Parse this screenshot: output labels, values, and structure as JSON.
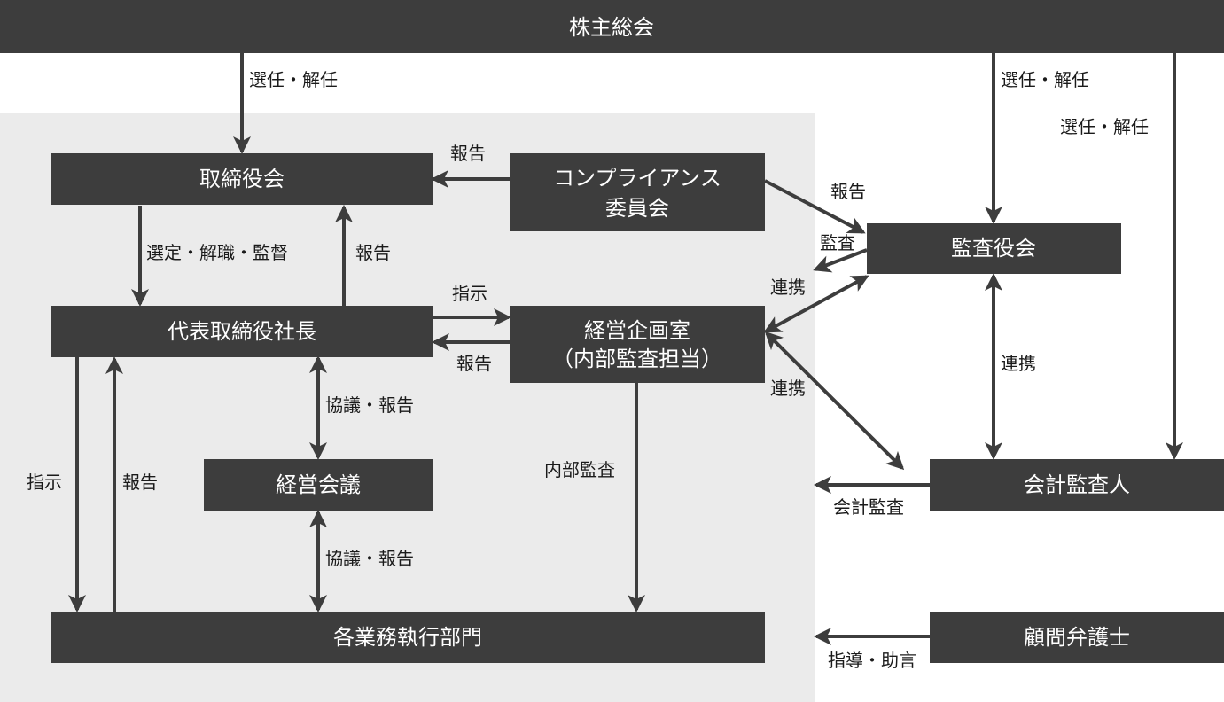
{
  "nodes": {
    "shareholders": "株主総会",
    "board": "取締役会",
    "compliance_line1": "コンプライアンス",
    "compliance_line2": "委員会",
    "auditors_board": "監査役会",
    "president": "代表取締役社長",
    "planning_line1": "経営企画室",
    "planning_line2": "（内部監査担当）",
    "management_meeting": "経営会議",
    "accounting_auditor": "会計監査人",
    "business_units": "各業務執行部門",
    "legal_advisor": "顧問弁護士"
  },
  "labels": {
    "elect_dismiss_board": "選任・解任",
    "elect_dismiss_auditors": "選任・解任",
    "elect_dismiss_accounting": "選任・解任",
    "report_compliance_to_board": "報告",
    "report_compliance_to_auditors": "報告",
    "appoint_supervise": "選定・解職・監督",
    "report_president_to_board": "報告",
    "audit_by_auditors": "監査",
    "cooperation_auditors_planning": "連携",
    "instruction_to_planning": "指示",
    "report_planning_to_president": "報告",
    "cooperation_auditors_accounting": "連携",
    "cooperation_planning_accounting": "連携",
    "consult_report_upper": "協議・報告",
    "consult_report_lower": "協議・報告",
    "instruction_to_units": "指示",
    "report_units_to_president": "報告",
    "internal_audit": "内部監査",
    "accounting_audit": "会計監査",
    "guidance_advice": "指導・助言"
  },
  "colors": {
    "box_fill": "#3d3d3d",
    "box_text": "#ffffff",
    "panel_background": "#ebebeb",
    "line": "#3d3d3d",
    "label_text": "#1a1a1a"
  }
}
